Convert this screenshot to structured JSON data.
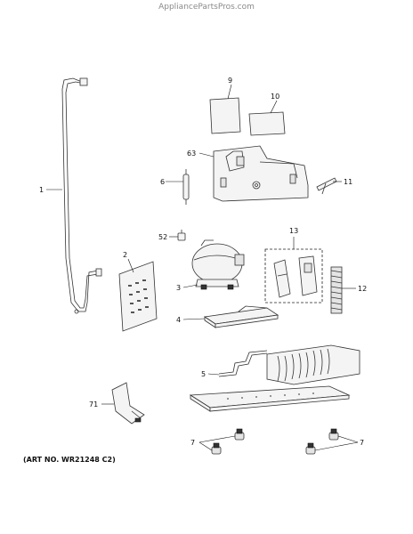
{
  "header": {
    "site": "AppliancePartsPros.com"
  },
  "footer": {
    "art_number": "(ART NO. WR21248 C2)"
  },
  "callouts": {
    "c1": "1",
    "c2": "2",
    "c3": "3",
    "c4": "4",
    "c5": "5",
    "c6": "6",
    "c7a": "7",
    "c7b": "7",
    "c9": "9",
    "c10": "10",
    "c11": "11",
    "c12": "12",
    "c13": "13",
    "c52": "52",
    "c63": "63",
    "c71": "71"
  }
}
